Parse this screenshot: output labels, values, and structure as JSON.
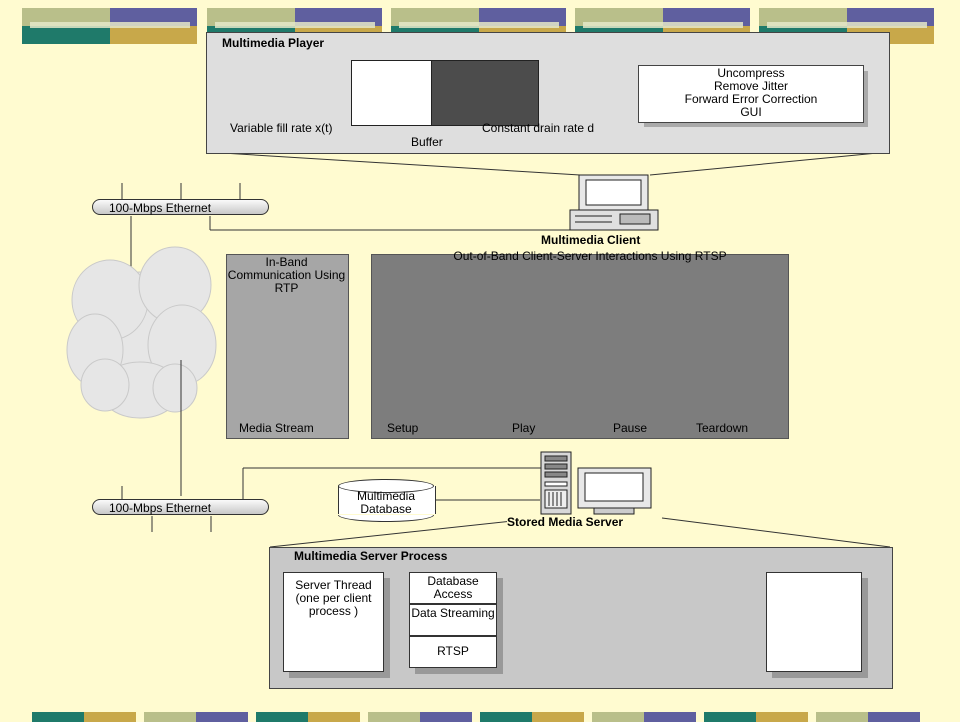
{
  "player": {
    "title": "Multimedia Player",
    "fill_label": "Variable fill rate x(t)",
    "drain_label": "Constant drain rate d",
    "buffer_label": "Buffer",
    "functions": [
      "Uncompress",
      "Remove Jitter",
      "Forward Error Correction",
      "GUI"
    ]
  },
  "client": {
    "label": "Multimedia Client"
  },
  "ethernet": {
    "top_label": "100-Mbps Ethernet",
    "bottom_label": "100-Mbps Ethernet"
  },
  "rtp": {
    "title": "In-Band Communication Using RTP",
    "stream_label": "Media Stream"
  },
  "rtsp": {
    "title": "Out-of-Band Client-Server Interactions Using RTSP",
    "commands": [
      "Setup",
      "Play",
      "Pause",
      "Teardown"
    ]
  },
  "database": {
    "label": "Multimedia Database"
  },
  "server": {
    "label": "Stored Media Server"
  },
  "server_process": {
    "title": "Multimedia Server Process",
    "thread_label": "Server Thread (one per client process )",
    "stack": [
      "Database Access",
      "Data Streaming",
      "RTSP"
    ]
  },
  "colors": {
    "background": "#fffbd0",
    "panel": "#dedede",
    "rtp_box": "#a6a6a6",
    "rtsp_box": "#7d7d7d",
    "deco_teal": "#1f7a6a",
    "deco_gold": "#c8a84a",
    "deco_sage": "#b9bf8a",
    "deco_purple": "#5f5f9f"
  }
}
